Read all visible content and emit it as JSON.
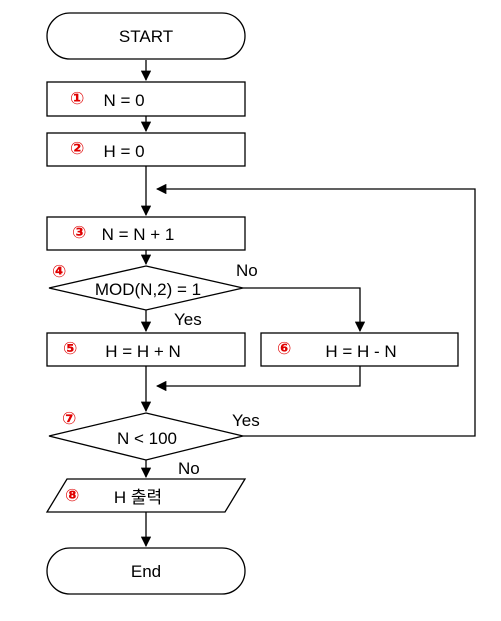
{
  "nodes": {
    "start": {
      "label": "START"
    },
    "step1": {
      "num": "①",
      "label": "N = 0"
    },
    "step2": {
      "num": "②",
      "label": "H = 0"
    },
    "step3": {
      "num": "③",
      "label": "N = N + 1"
    },
    "step4": {
      "num": "④",
      "label": "MOD(N,2) = 1"
    },
    "step5": {
      "num": "⑤",
      "label": "H = H + N"
    },
    "step6": {
      "num": "⑥",
      "label": "H = H - N"
    },
    "step7": {
      "num": "⑦",
      "label": "N < 100"
    },
    "step8": {
      "num": "⑧",
      "label": "H 출력"
    },
    "end": {
      "label": "End"
    }
  },
  "branches": {
    "step4_no": "No",
    "step4_yes": "Yes",
    "step7_yes": "Yes",
    "step7_no": "No"
  },
  "colors": {
    "line": "#000000",
    "number": "#e00000"
  }
}
